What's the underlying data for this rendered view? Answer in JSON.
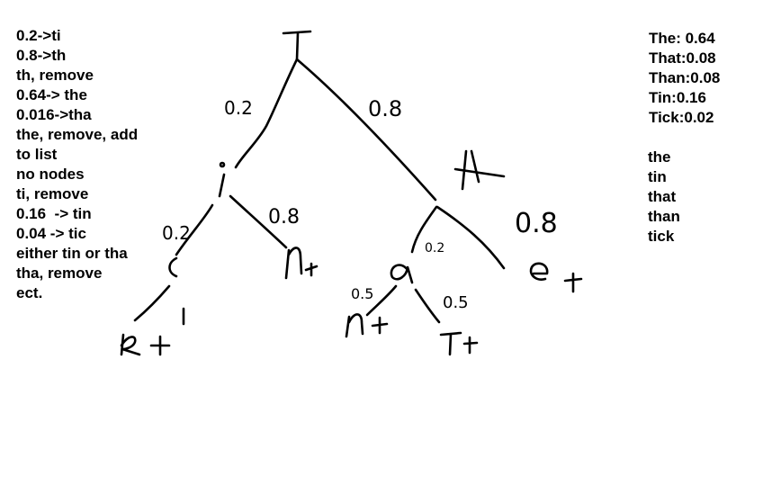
{
  "left_notes": [
    "0.2->ti",
    "0.8->th",
    "th, remove",
    "0.64-> the",
    "0.016->tha",
    "the, remove, add",
    "to list",
    "no nodes",
    "ti, remove",
    "0.16  -> tin",
    "0.04 -> tic",
    "either tin or tha",
    "tha, remove",
    "ect."
  ],
  "right_probabilities": [
    "The: 0.64",
    "That:0.08",
    "Than:0.08",
    "Tin:0.16",
    "Tick:0.02"
  ],
  "right_words": [
    "the",
    "tin",
    "that",
    "than",
    "tick"
  ],
  "tree": {
    "root": "T",
    "nodes": [
      "i",
      "h",
      "c",
      "n",
      "a",
      "e",
      "k",
      "n",
      "t"
    ],
    "edge_labels": [
      "0.2",
      "0.8",
      "0.2",
      "0.8",
      "0.2",
      "0.8",
      "1",
      "0.5",
      "0.5"
    ],
    "end_marks": [
      "+",
      "+",
      "+",
      "+",
      "+"
    ]
  }
}
